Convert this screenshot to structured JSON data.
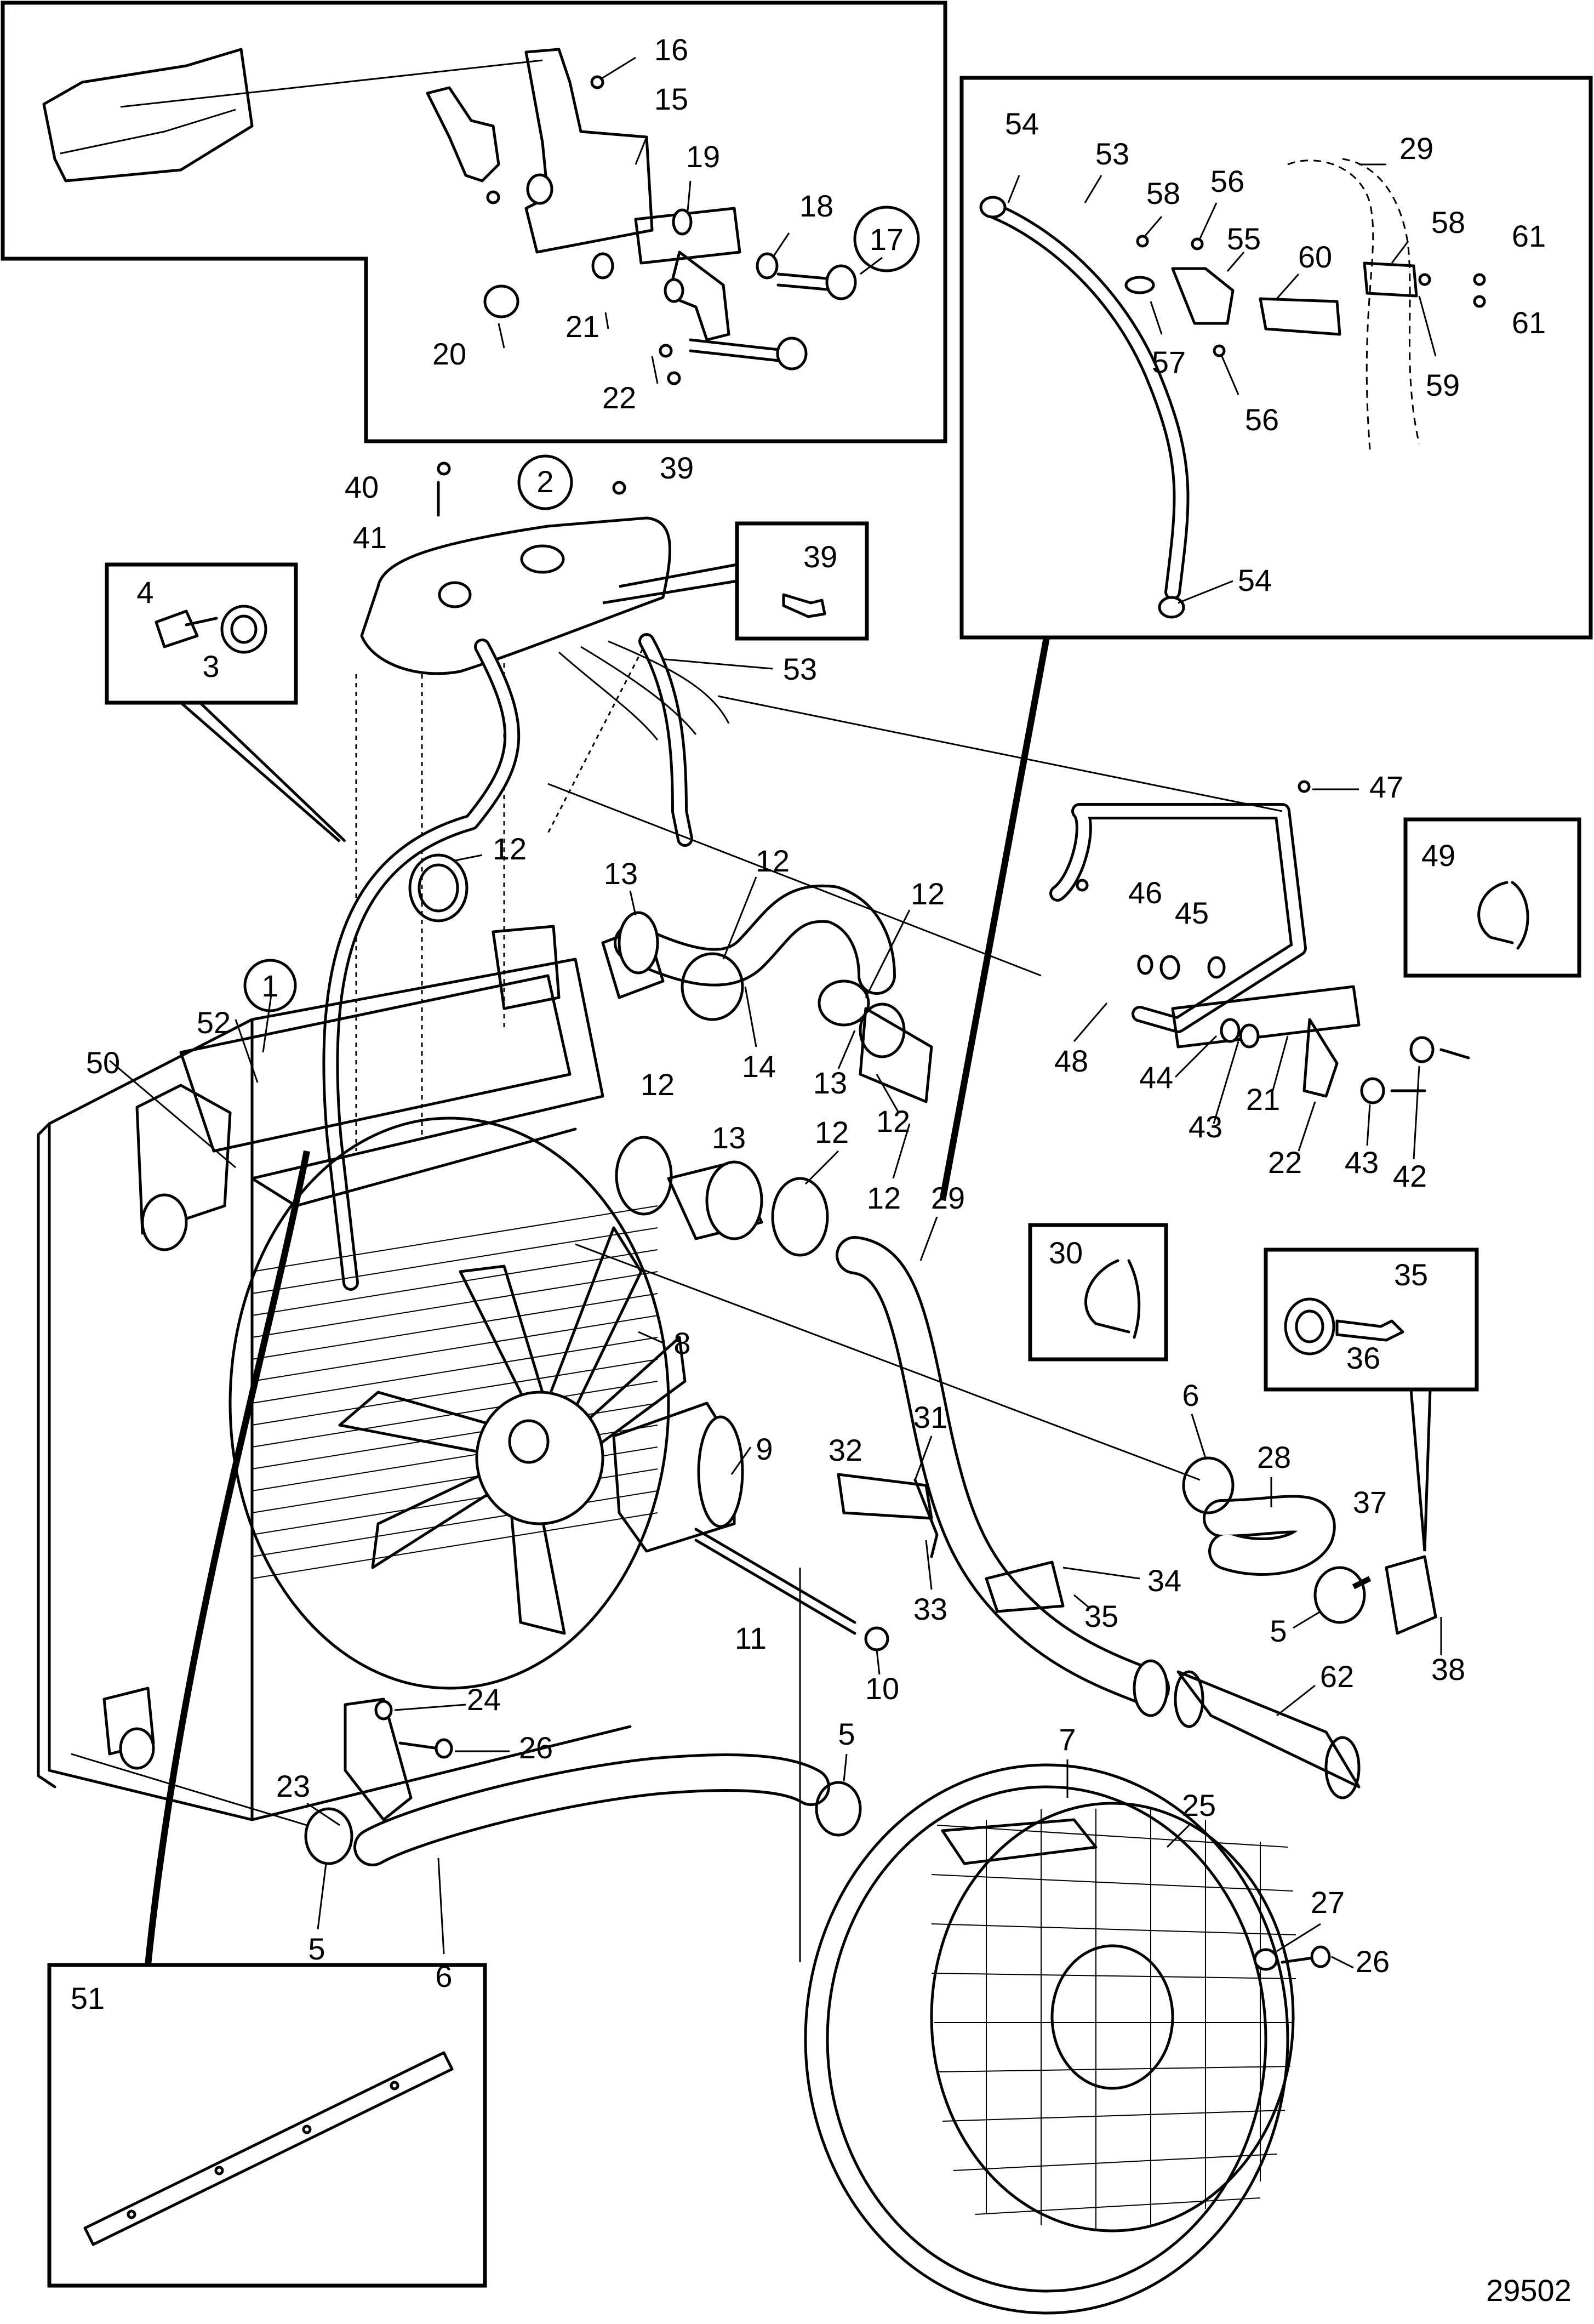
{
  "drawing_number": "29502",
  "callouts": {
    "c1": "1",
    "c2": "2",
    "c3": "3",
    "c4": "4",
    "c5a": "5",
    "c5b": "5",
    "c5c": "5",
    "c6a": "6",
    "c6b": "6",
    "c7": "7",
    "c8": "8",
    "c9": "9",
    "c10": "10",
    "c11": "11",
    "c12a": "12",
    "c12b": "12",
    "c12c": "12",
    "c12d": "12",
    "c12e": "12",
    "c12f": "12",
    "c12g": "12",
    "c13a": "13",
    "c13b": "13",
    "c13c": "13",
    "c14": "14",
    "c15": "15",
    "c16": "16",
    "c17": "17",
    "c18": "18",
    "c19": "19",
    "c20": "20",
    "c21a": "21",
    "c21b": "21",
    "c22a": "22",
    "c22b": "22",
    "c23": "23",
    "c24": "24",
    "c25": "25",
    "c26a": "26",
    "c26b": "26",
    "c27": "27",
    "c28": "28",
    "c29a": "29",
    "c29b": "29",
    "c30": "30",
    "c31": "31",
    "c32": "32",
    "c33": "33",
    "c34": "34",
    "c35a": "35",
    "c35b": "35",
    "c36": "36",
    "c37": "37",
    "c38": "38",
    "c39a": "39",
    "c39b": "39",
    "c40": "40",
    "c41": "41",
    "c42": "42",
    "c43a": "43",
    "c43b": "43",
    "c44": "44",
    "c45": "45",
    "c46": "46",
    "c47": "47",
    "c48": "48",
    "c49": "49",
    "c50": "50",
    "c51": "51",
    "c52": "52",
    "c53a": "53",
    "c53b": "53",
    "c54a": "54",
    "c54b": "54",
    "c55": "55",
    "c56a": "56",
    "c56b": "56",
    "c57": "57",
    "c58a": "58",
    "c58b": "58",
    "c59": "59",
    "c60": "60",
    "c61a": "61",
    "c61b": "61",
    "c62": "62"
  },
  "colors": {
    "ink": "#000000",
    "paper": "#ffffff"
  }
}
